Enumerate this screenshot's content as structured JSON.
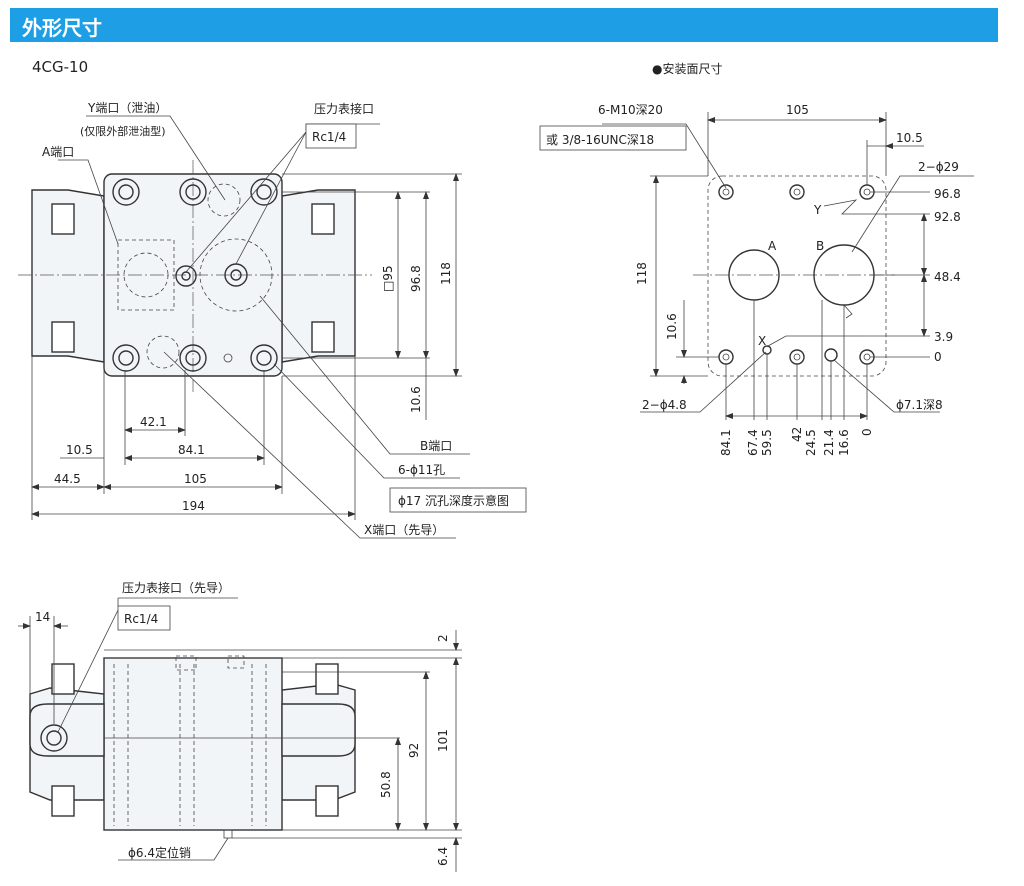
{
  "header": {
    "title": "外形尺寸",
    "accent": "#1e9ee4"
  },
  "model": "4CG-10",
  "mounting_title": "●安装面尺寸",
  "top_view": {
    "y_port": "Y端口（泄油）",
    "y_port_note": "(仅限外部泄油型)",
    "a_port": "A端口",
    "gauge_port": "压力表接口",
    "rc": "Rc1/4",
    "b_port": "B端口",
    "holes": "6-ϕ11孔",
    "counterbore": "ϕ17 沉孔深度示意图",
    "x_port": "X端口（先导）",
    "dims": {
      "d42": "42.1",
      "d84": "84.1",
      "d105": "105",
      "d10_5": "10.5",
      "d44_5": "44.5",
      "d194": "194",
      "sq95": "□95",
      "d96_8": "96.8",
      "d118": "118",
      "d10_6": "10.6"
    }
  },
  "mount_view": {
    "thread1": "6-M10深20",
    "thread2": "或 3/8-16UNC深18",
    "d105": "105",
    "d10_5": "10.5",
    "d2_29": "2−ϕ29",
    "a": "A",
    "b": "B",
    "x": "X",
    "y": "Y",
    "d118": "118",
    "d10_6": "10.6",
    "right_dims": [
      "96.8",
      "92.8",
      "48.4",
      "3.9",
      "0"
    ],
    "bottom_dims": [
      "84.1",
      "67.4",
      "59.5",
      "42",
      "24.5",
      "21.4",
      "16.6",
      "0"
    ],
    "d2_4_8": "2−ϕ4.8",
    "d7_1": "ϕ7.1深8"
  },
  "side_view": {
    "gauge_pilot": "压力表接口（先导）",
    "rc": "Rc1/4",
    "d14": "14",
    "d2": "2",
    "d92": "92",
    "d101": "101",
    "d50_8": "50.8",
    "d6_4": "6.4",
    "pin": "ϕ6.4定位销"
  }
}
